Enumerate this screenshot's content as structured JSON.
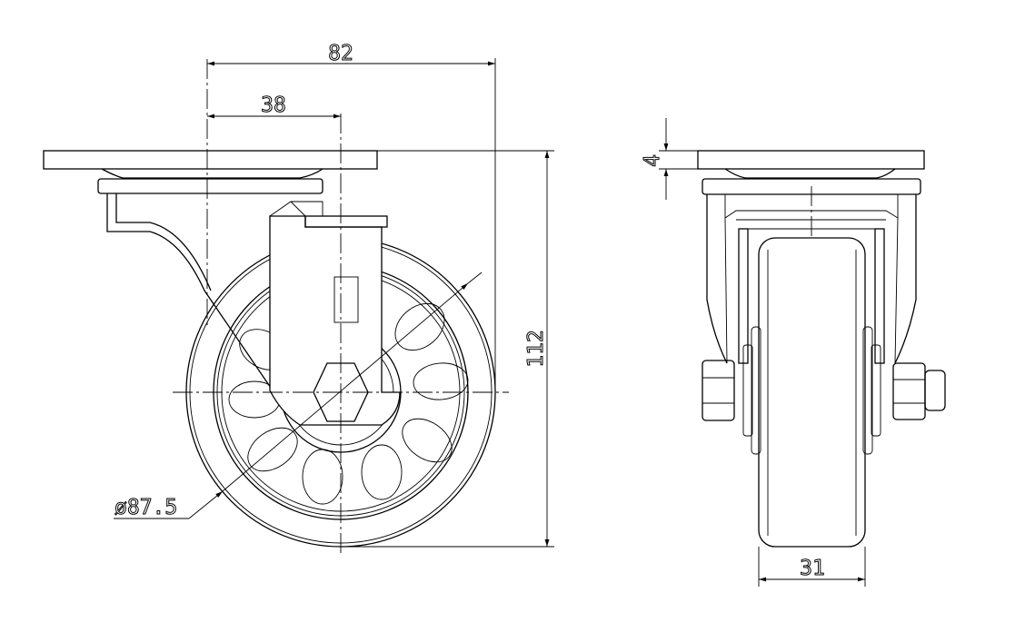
{
  "drawing": {
    "title": "Swivel caster technical drawing",
    "dimensions": {
      "overall_width": "82",
      "offset": "38",
      "overall_height": "112",
      "wheel_diameter": "ø87.5",
      "plate_thickness": "4",
      "wheel_width": "31"
    }
  }
}
